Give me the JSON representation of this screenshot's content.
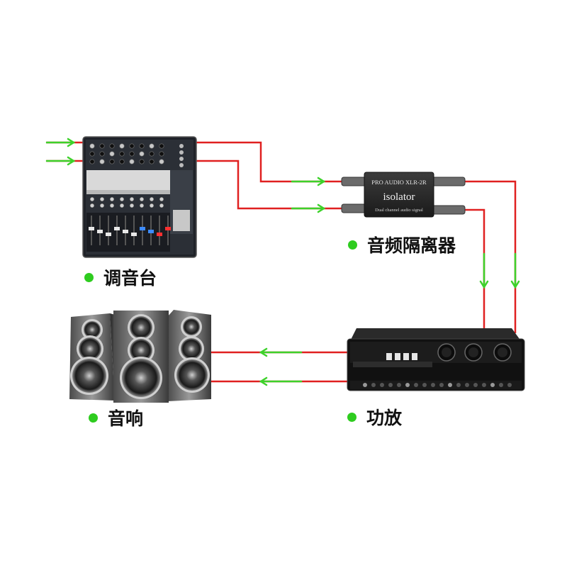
{
  "devices": {
    "mixer": {
      "label": "调音台"
    },
    "isolator": {
      "label": "音频隔离器",
      "model_text": "PRO AUDIO XLR-2R",
      "brand_text": "isolator",
      "sub_text": "Dual channel audio signal"
    },
    "amplifier": {
      "label": "功放"
    },
    "speakers": {
      "label": "音响"
    }
  },
  "colors": {
    "signal_wire": "#e02020",
    "flow_arrow": "#3cd22a",
    "label_dot": "#2ecc1f"
  },
  "icons": [
    "mixer-image",
    "isolator-image",
    "amplifier-image",
    "speakers-image",
    "arrow-icon"
  ]
}
